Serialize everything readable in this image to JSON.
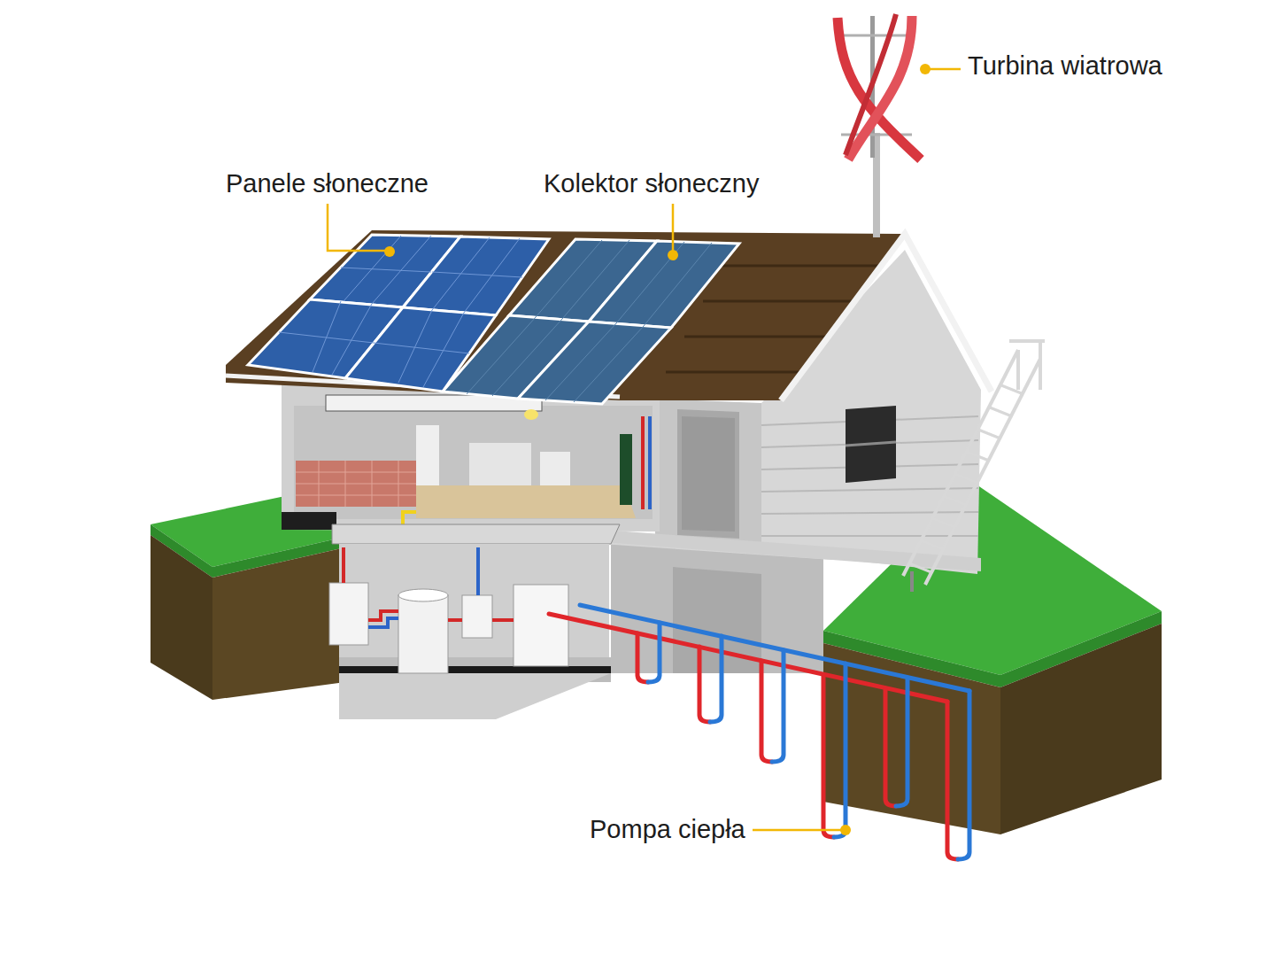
{
  "diagram": {
    "labels": [
      "Turbina wiatrowa",
      "Panele słoneczne",
      "Kolektor słoneczny",
      "Pompa ciepła"
    ]
  }
}
